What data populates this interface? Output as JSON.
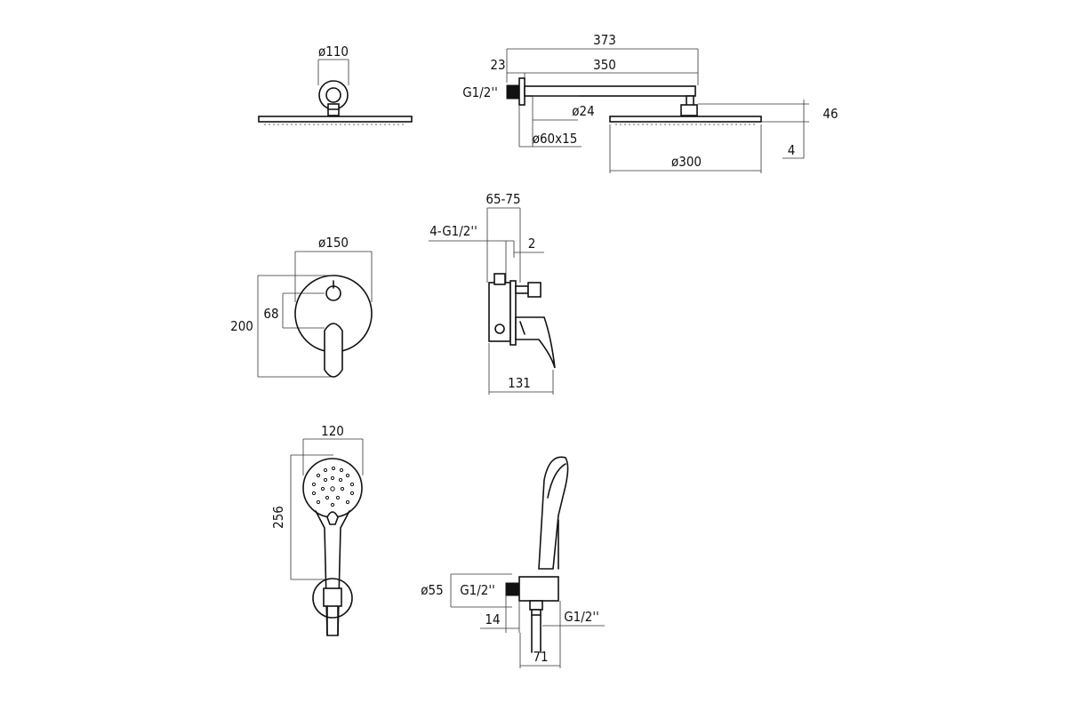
{
  "overhead_shower": {
    "front_diameter": "ø110",
    "arm_length_total": "373",
    "arm_length": "350",
    "wall_offset": "23",
    "connection_thread": "G1/2''",
    "arm_diameter": "ø24",
    "flange_size": "ø60x15",
    "head_diameter": "ø300",
    "height_total": "46",
    "head_thickness": "4"
  },
  "concealed_mixer": {
    "plate_diameter": "ø150",
    "plate_height": "200",
    "handle_offset": "68",
    "depth_range": "65-75",
    "outlets": "4-G1/2''",
    "plate_thickness": "2",
    "projection": "131"
  },
  "hand_shower": {
    "head_width": "120",
    "length": "256",
    "outlet_diameter": "ø55",
    "thread_top": "G1/2''",
    "thread_bottom": "G1/2''",
    "wall_depth": "14",
    "projection": "71"
  }
}
